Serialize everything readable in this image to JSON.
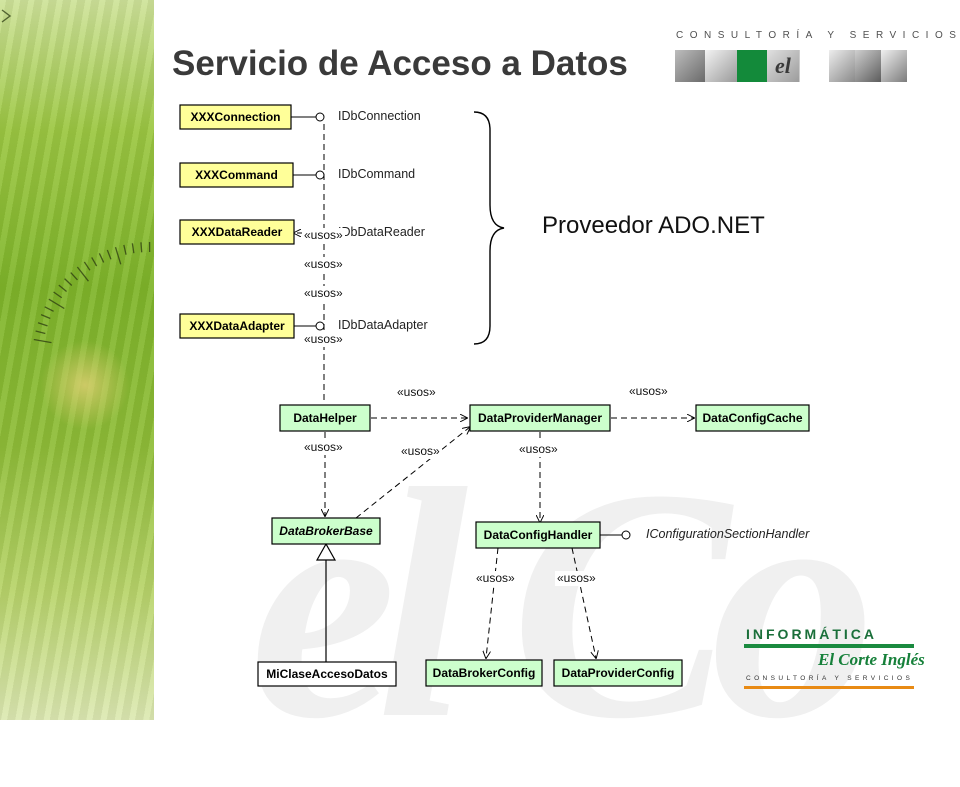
{
  "header": {
    "title": "Servicio de Acceso a Datos",
    "tagline": "CONSULTORÍA Y SERVICIOS",
    "photo_strip_logo_text": "el"
  },
  "colors": {
    "band_green": "#8fbd38",
    "box_yellow": "#ffff99",
    "box_green": "#ccffcc",
    "brand_green": "#1a8a3f",
    "brand_orange": "#e88a14",
    "title_gray": "#3a3a3a"
  },
  "diagram": {
    "provider_label": "Proveedor ADO.NET",
    "usos": "«usos»",
    "classes": {
      "connection": "XXXConnection",
      "command": "XXXCommand",
      "datareader": "XXXDataReader",
      "dataadapter": "XXXDataAdapter",
      "datahelper": "DataHelper",
      "providermanager": "DataProviderManager",
      "configcache": "DataConfigCache",
      "brokerbase": "DataBrokerBase",
      "confighandler": "DataConfigHandler",
      "miclase": "MiClaseAccesoDatos",
      "brokerconfig": "DataBrokerConfig",
      "providerconfig": "DataProviderConfig"
    },
    "interfaces": {
      "connection": "IDbConnection",
      "command": "IDbCommand",
      "datareader": "IDbDataReader",
      "dataadapter": "IDbDataAdapter",
      "confighandler": "IConfigurationSectionHandler"
    }
  },
  "branding": {
    "word": "INFORMÁTICA",
    "cursive": "El Corte Inglés",
    "sub": "CONSULTORÍA Y SERVICIOS",
    "background_mark": "el Co"
  }
}
